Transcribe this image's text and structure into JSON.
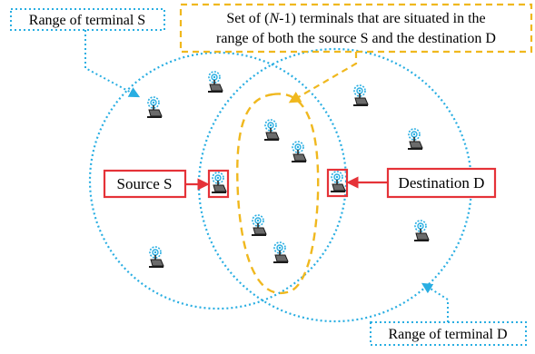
{
  "labels": {
    "range_s": "Range of terminal S",
    "range_d": "Range of terminal D",
    "set_line1_prefix": "Set of (",
    "set_line1_n": "N",
    "set_line1_suffix": "-1) terminals that are situated in the",
    "set_line2": "range of both the source S and the destination D",
    "source": "Source S",
    "destination": "Destination D"
  },
  "colors": {
    "range_circle": "#29aee2",
    "intersection_set": "#f0b81e",
    "source_destination": "#e53238",
    "terminal_icon": "#29aee2"
  },
  "icons": [
    "terminal-icon"
  ]
}
